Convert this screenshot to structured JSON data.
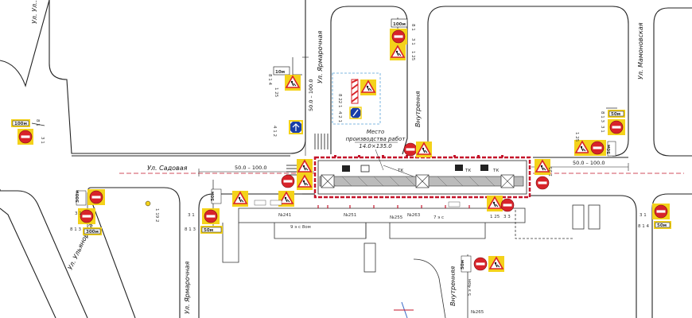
{
  "streets": {
    "top_left": "Ул. Ул...",
    "yarmarochnaya_top": "Ул. Ярмарочная",
    "vnutrennyaya_top": "Внутрення",
    "mamonovskaya": "Ул. Мамоновская",
    "sadovaya": "Ул. Садовая",
    "ulyanovskaya": "Ул. Ульяновская",
    "yarmarochnaya_bottom": "Ул. Ярмарочная",
    "vnutrennyaya_bottom": "Внутренняя"
  },
  "work_site": {
    "line1": "Место",
    "line2": "производства работ",
    "line3": "14.0×135.0"
  },
  "dimensions": {
    "top_vertical": "50.0 – 100.0",
    "left_horizontal": "50.0 – 100.0",
    "right_horizontal": "50.0 – 100.0"
  },
  "sign_codes": {
    "s314": "3 1",
    "s814_a": "8 1 4",
    "s125": "1 25",
    "s41": "4 1",
    "s822": "8 22 1",
    "s421": "4 2 1",
    "s412": "4 1 2",
    "s813": "8 1 3",
    "s31": "3 1",
    "s33": "3 3",
    "s192": "1 19 2",
    "s814_b": "8 1 4",
    "s81": "8 1"
  },
  "plates": {
    "d100": "100м",
    "d10": "10м",
    "d50": "50м",
    "d300": "300м"
  },
  "buildings": {
    "b1": "№241",
    "b2": "9 э с 8ом",
    "b3": "№251",
    "b4": "№255",
    "b5": "№263",
    "b6": "7 э с",
    "b7": "№265",
    "b8": "5 э 4ом"
  },
  "misc": {
    "tk1": "ТК",
    "tk2": "ТК",
    "tk3": "ТК"
  },
  "colors": {
    "sign_red": "#d8232a",
    "sign_yellow": "#f4d21a",
    "fence_red": "#c4142a",
    "road_line": "#222222"
  }
}
